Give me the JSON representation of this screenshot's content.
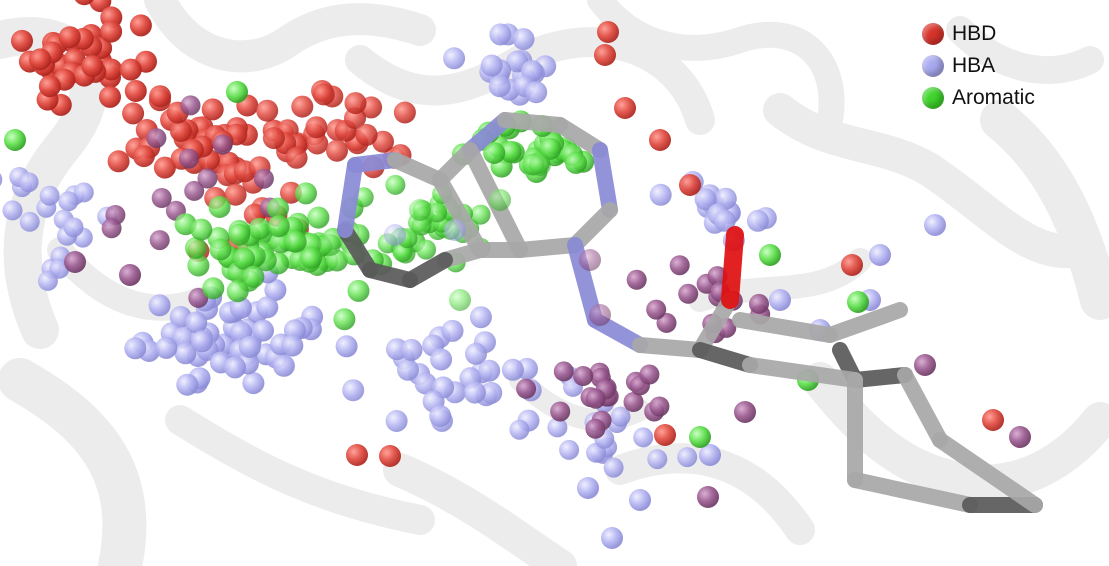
{
  "legend": {
    "items": [
      {
        "label": "HBD",
        "color": "#d9342b"
      },
      {
        "label": "HBA",
        "color": "#a9a9f0"
      },
      {
        "label": "Aromatic",
        "color": "#3fd42c"
      }
    ]
  },
  "colors": {
    "background": "#ffffff",
    "protein_ribbon": "#ececec",
    "ligand_stick": "#9a9a9a",
    "nitrogen": "#7a7aee",
    "oxygen": "#e01010"
  }
}
